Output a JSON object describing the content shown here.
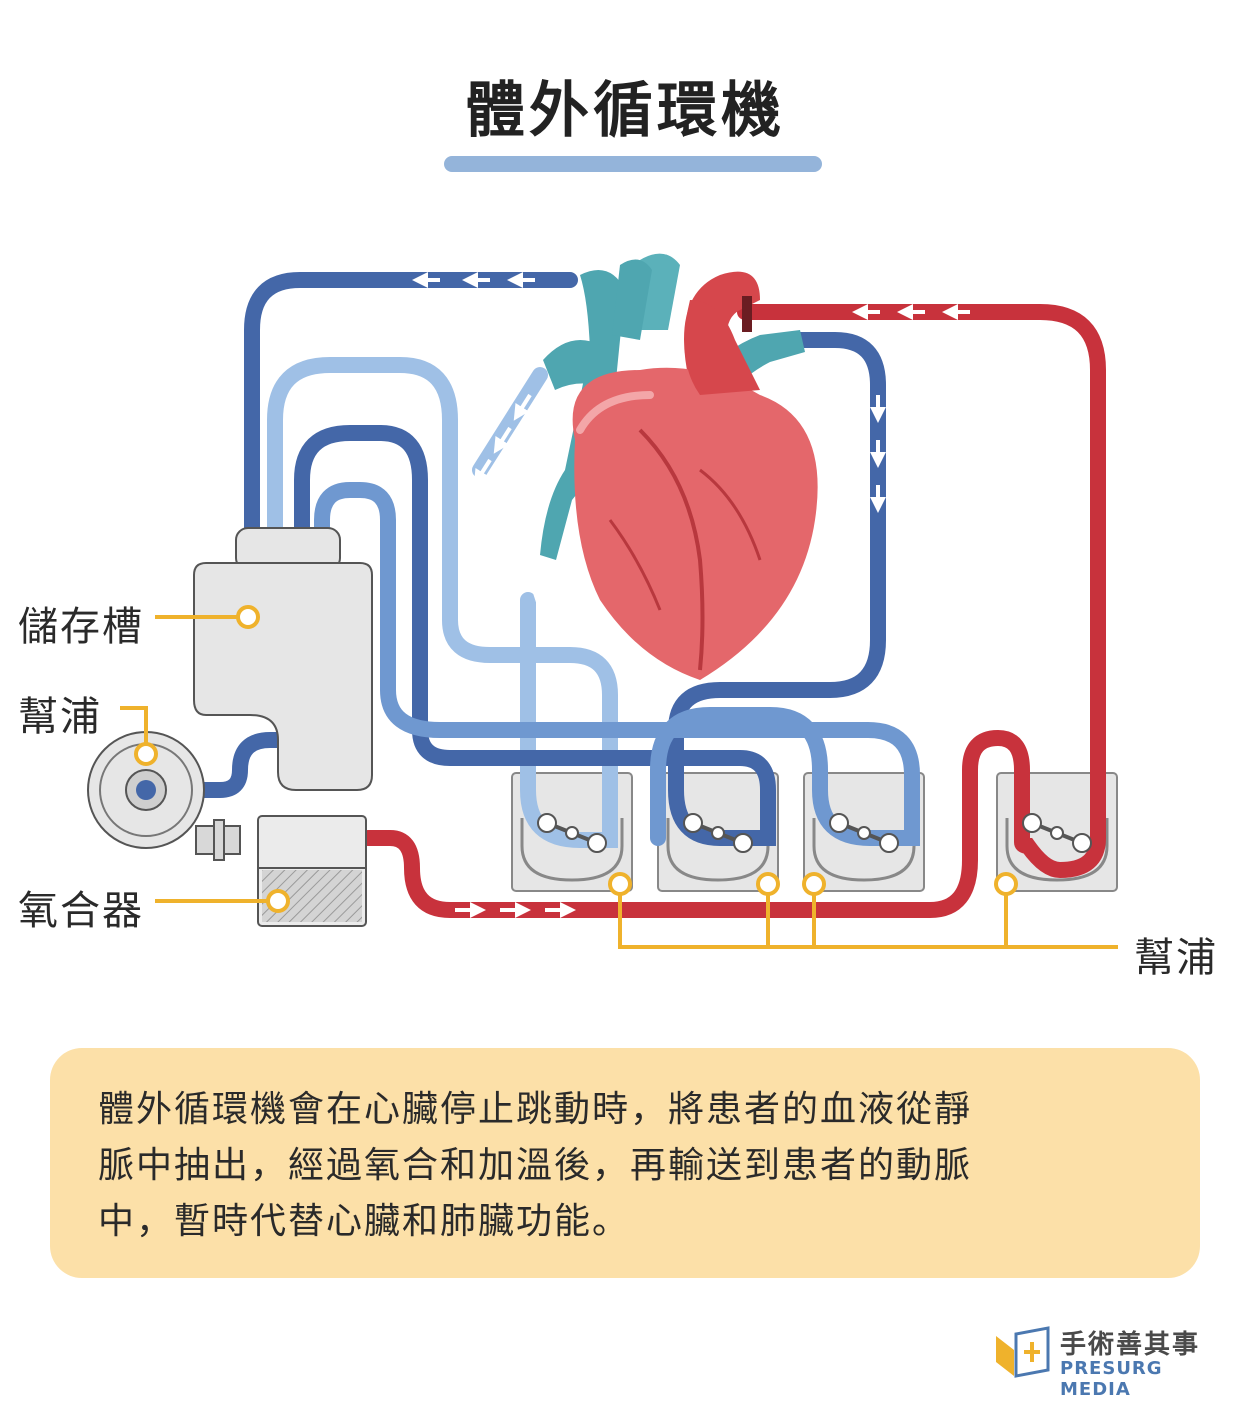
{
  "title": "體外循環機",
  "labels": {
    "reservoir": "儲存槽",
    "pump_left": "幫浦",
    "oxygenator": "氧合器",
    "pump_right": "幫浦"
  },
  "note": {
    "lines": [
      "體外循環機會在心臟停止跳動時，將患者的血液從靜",
      "脈中抽出，經過氧合和加溫後，再輸送到患者的動脈",
      "中，暫時代替心臟和肺臟功能。"
    ]
  },
  "logo": {
    "name_cn": "手術善其事",
    "name_en": "PRESURG MEDIA"
  },
  "colors": {
    "tube_dark_blue": "#4467A8",
    "tube_mid_blue": "#6F98D0",
    "tube_light_blue": "#9FC0E6",
    "tube_red": "#C8323C",
    "heart": "#E4676B",
    "vessel_teal": "#4FA6B0",
    "callout": "#EFB22C",
    "note_bg": "#FCE0A8",
    "title_bar": "#94B4DA"
  }
}
